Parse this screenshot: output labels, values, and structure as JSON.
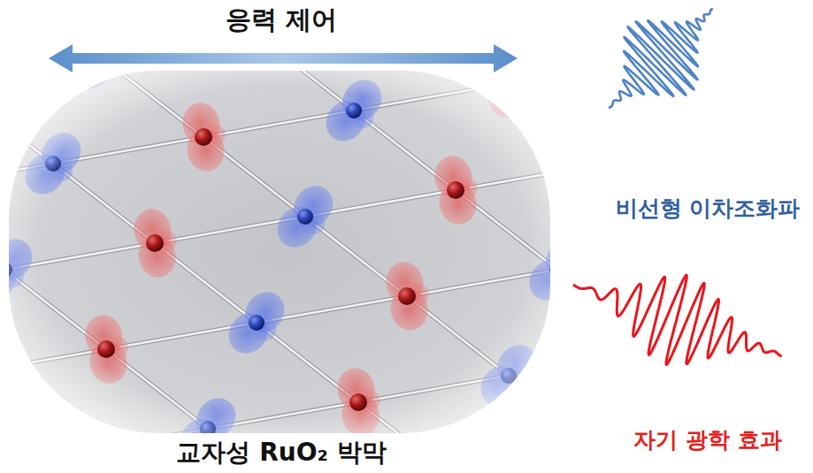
{
  "diagram": {
    "labels": [
      "응력 제어",
      "교자성 RuO₂ 박막",
      "비선형 이차조화파",
      "자기 광학 효과"
    ]
  }
}
